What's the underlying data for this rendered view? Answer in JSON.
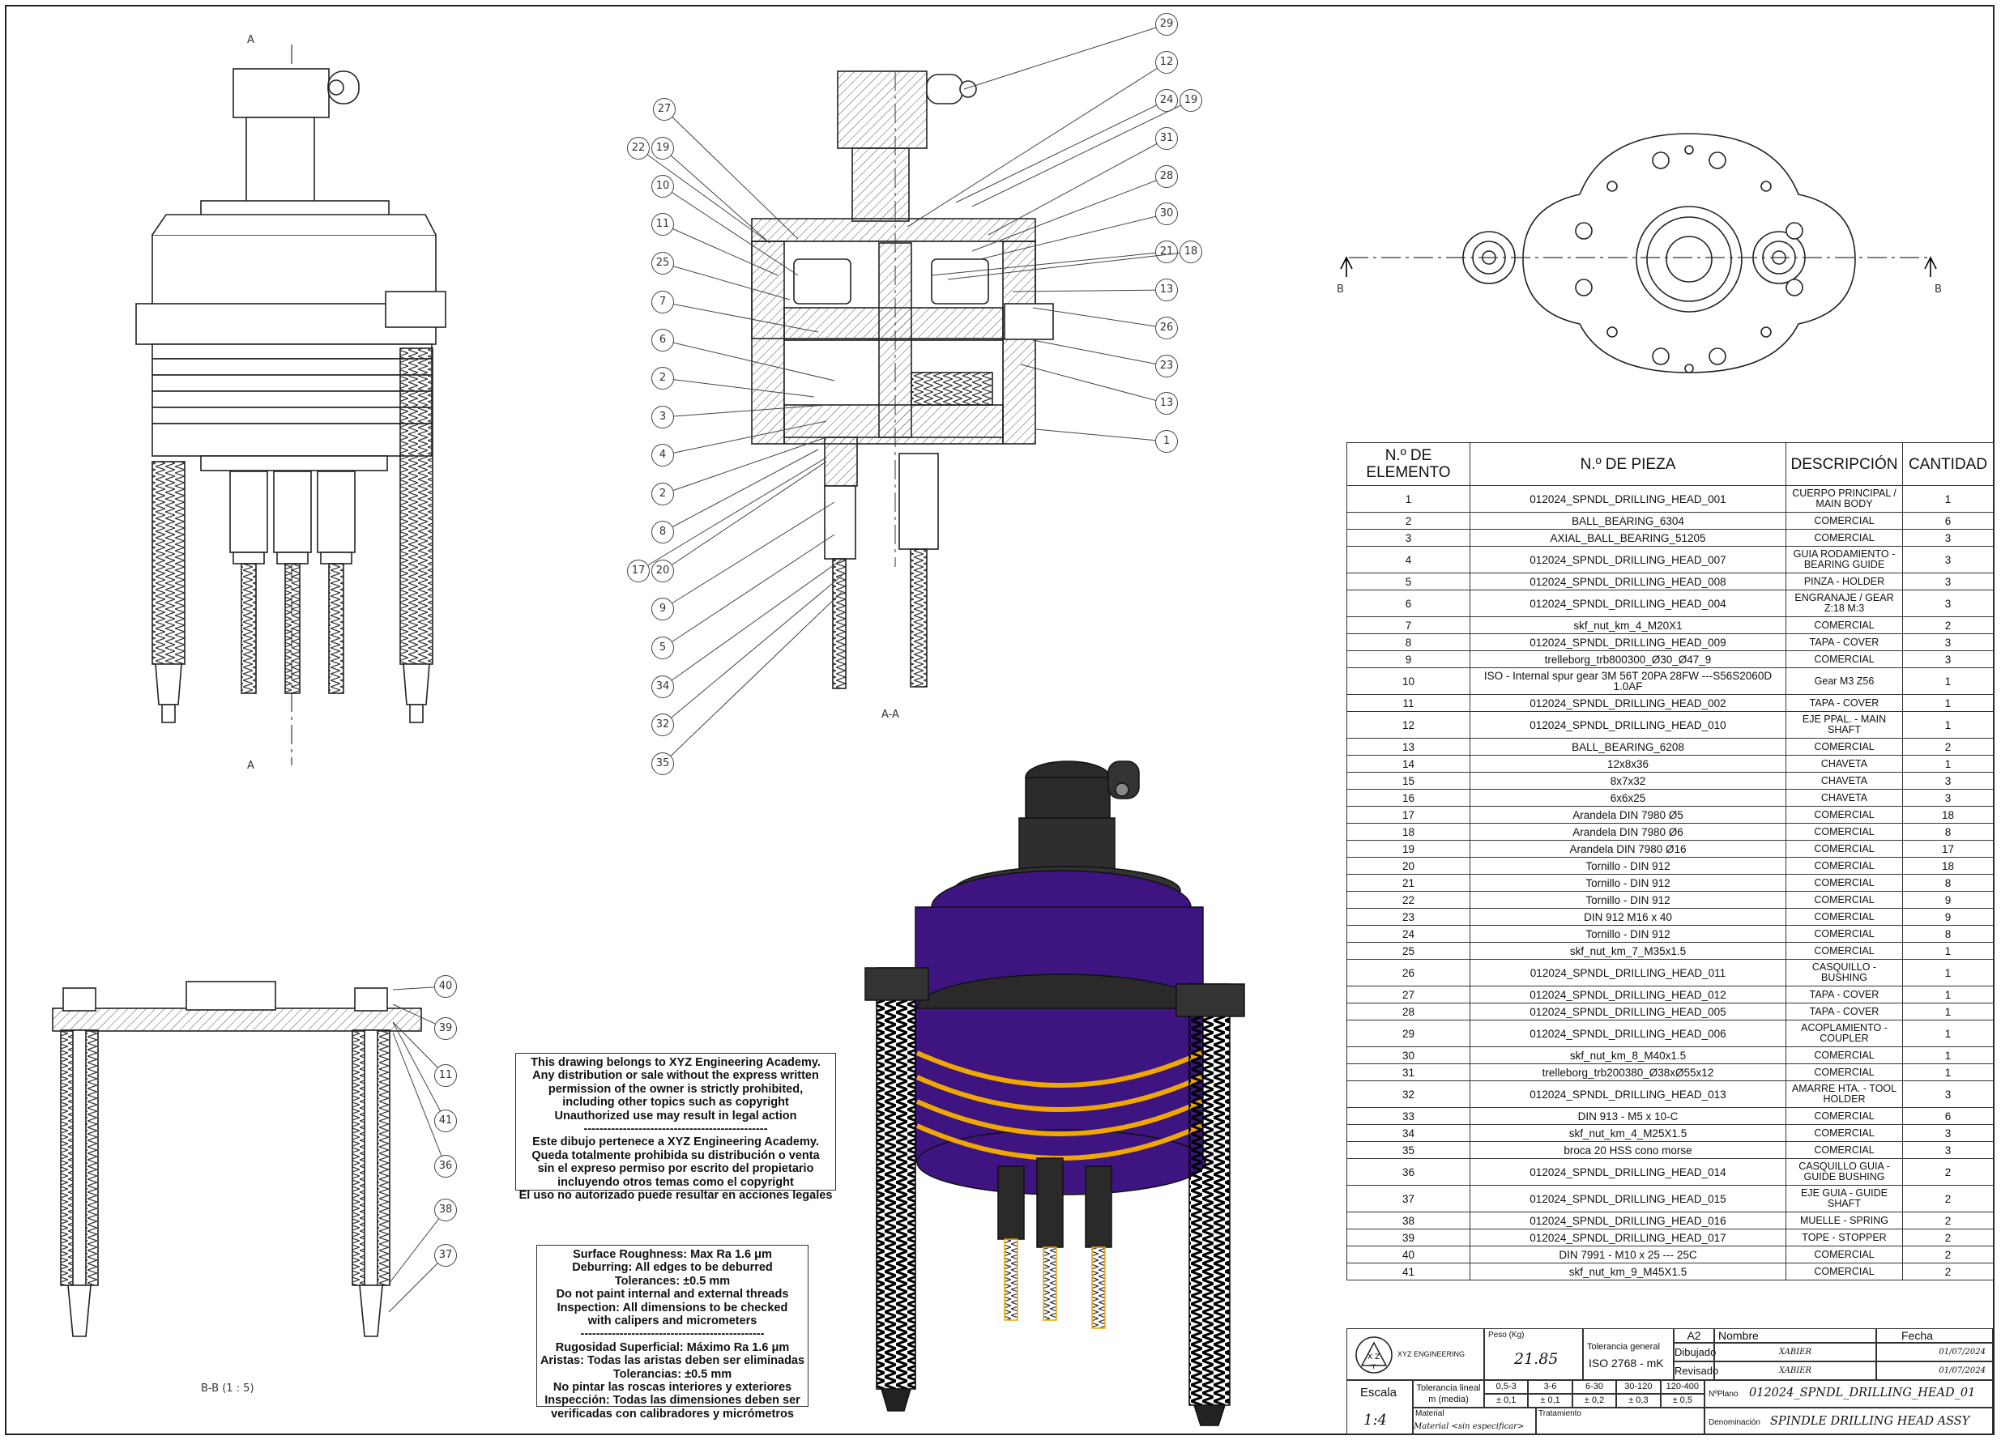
{
  "views": {
    "section_a_a": "A-A",
    "section_b_b": "B-B (1 : 5)",
    "cut_marker_a": "A",
    "cut_marker_b": "B"
  },
  "balloons": {
    "front_left": [
      "27",
      "22",
      "19",
      "10",
      "11",
      "25",
      "7",
      "6",
      "2",
      "3",
      "4",
      "2",
      "8",
      "17",
      "20",
      "9",
      "5",
      "34",
      "32",
      "35"
    ],
    "front_right": [
      "29",
      "12",
      "24",
      "19",
      "31",
      "28",
      "30",
      "21",
      "18",
      "13",
      "26",
      "23",
      "13",
      "1"
    ],
    "section_b": [
      "40",
      "39",
      "11",
      "41",
      "36",
      "38",
      "37"
    ]
  },
  "bom": {
    "headers": [
      "N.º DE ELEMENTO",
      "N.º DE PIEZA",
      "DESCRIPCIÓN",
      "CANTIDAD"
    ],
    "rows": [
      [
        "1",
        "012024_SPNDL_DRILLING_HEAD_001",
        "CUERPO PRINCIPAL / MAIN BODY",
        "1"
      ],
      [
        "2",
        "BALL_BEARING_6304",
        "COMERCIAL",
        "6"
      ],
      [
        "3",
        "AXIAL_BALL_BEARING_51205",
        "COMERCIAL",
        "3"
      ],
      [
        "4",
        "012024_SPNDL_DRILLING_HEAD_007",
        "GUIA RODAMIENTO - BEARING GUIDE",
        "3"
      ],
      [
        "5",
        "012024_SPNDL_DRILLING_HEAD_008",
        "PINZA - HOLDER",
        "3"
      ],
      [
        "6",
        "012024_SPNDL_DRILLING_HEAD_004",
        "ENGRANAJE / GEAR Z:18 M:3",
        "3"
      ],
      [
        "7",
        "skf_nut_km_4_M20X1",
        "COMERCIAL",
        "2"
      ],
      [
        "8",
        "012024_SPNDL_DRILLING_HEAD_009",
        "TAPA - COVER",
        "3"
      ],
      [
        "9",
        "trelleborg_trb800300_Ø30_Ø47_9",
        "COMERCIAL",
        "3"
      ],
      [
        "10",
        "ISO - Internal spur gear 3M 56T 20PA 28FW ---S56S2060D 1.0AF",
        "Gear M3 Z56",
        "1"
      ],
      [
        "11",
        "012024_SPNDL_DRILLING_HEAD_002",
        "TAPA - COVER",
        "1"
      ],
      [
        "12",
        "012024_SPNDL_DRILLING_HEAD_010",
        "EJE PPAL. - MAIN SHAFT",
        "1"
      ],
      [
        "13",
        "BALL_BEARING_6208",
        "COMERCIAL",
        "2"
      ],
      [
        "14",
        "12x8x36",
        "CHAVETA",
        "1"
      ],
      [
        "15",
        "8x7x32",
        "CHAVETA",
        "3"
      ],
      [
        "16",
        "6x6x25",
        "CHAVETA",
        "3"
      ],
      [
        "17",
        "Arandela DIN 7980 Ø5",
        "COMERCIAL",
        "18"
      ],
      [
        "18",
        "Arandela DIN 7980 Ø6",
        "COMERCIAL",
        "8"
      ],
      [
        "19",
        "Arandela DIN 7980 Ø16",
        "COMERCIAL",
        "17"
      ],
      [
        "20",
        "Tornillo - DIN 912",
        "COMERCIAL",
        "18"
      ],
      [
        "21",
        "Tornillo - DIN 912",
        "COMERCIAL",
        "8"
      ],
      [
        "22",
        "Tornillo - DIN 912",
        "COMERCIAL",
        "9"
      ],
      [
        "23",
        "DIN 912 M16 x 40",
        "COMERCIAL",
        "9"
      ],
      [
        "24",
        "Tornillo - DIN 912",
        "COMERCIAL",
        "8"
      ],
      [
        "25",
        "skf_nut_km_7_M35x1.5",
        "COMERCIAL",
        "1"
      ],
      [
        "26",
        "012024_SPNDL_DRILLING_HEAD_011",
        "CASQUILLO - BUSHING",
        "1"
      ],
      [
        "27",
        "012024_SPNDL_DRILLING_HEAD_012",
        "TAPA - COVER",
        "1"
      ],
      [
        "28",
        "012024_SPNDL_DRILLING_HEAD_005",
        "TAPA - COVER",
        "1"
      ],
      [
        "29",
        "012024_SPNDL_DRILLING_HEAD_006",
        "ACOPLAMIENTO - COUPLER",
        "1"
      ],
      [
        "30",
        "skf_nut_km_8_M40x1.5",
        "COMERCIAL",
        "1"
      ],
      [
        "31",
        "trelleborg_trb200380_Ø38xØ55x12",
        "COMERCIAL",
        "1"
      ],
      [
        "32",
        "012024_SPNDL_DRILLING_HEAD_013",
        "AMARRE HTA. - TOOL HOLDER",
        "3"
      ],
      [
        "33",
        "DIN 913 - M5 x 10-C",
        "COMERCIAL",
        "6"
      ],
      [
        "34",
        "skf_nut_km_4_M25X1.5",
        "COMERCIAL",
        "3"
      ],
      [
        "35",
        "broca 20 HSS cono morse",
        "COMERCIAL",
        "3"
      ],
      [
        "36",
        "012024_SPNDL_DRILLING_HEAD_014",
        "CASQUILLO GUIA - GUIDE BUSHING",
        "2"
      ],
      [
        "37",
        "012024_SPNDL_DRILLING_HEAD_015",
        "EJE GUIA - GUIDE SHAFT",
        "2"
      ],
      [
        "38",
        "012024_SPNDL_DRILLING_HEAD_016",
        "MUELLE - SPRING",
        "2"
      ],
      [
        "39",
        "012024_SPNDL_DRILLING_HEAD_017",
        "TOPE - STOPPER",
        "2"
      ],
      [
        "40",
        "DIN 7991 - M10 x 25 --- 25C",
        "COMERCIAL",
        "2"
      ],
      [
        "41",
        "skf_nut_km_9_M45X1.5",
        "COMERCIAL",
        "2"
      ]
    ]
  },
  "notes": {
    "copyright": "This drawing belongs to XYZ Engineering Academy.\nAny distribution or sale without the express written\npermission of the owner is strictly prohibited,\nincluding other topics such as copyright\nUnauthorized use may result in legal action\n-----------------------------------------------\nEste dibujo pertenece a XYZ Engineering Academy.\nQueda totalmente prohibida su distribución o venta\nsin el expreso permiso por escrito del propietario\nincluyendo otros temas como el copyright\nEl uso no autorizado puede resultar en acciones legales",
    "specs": "Surface Roughness: Max Ra 1.6 μm\nDeburring: All edges to be deburred\nTolerances: ±0.5 mm\nDo not paint internal and external threads\nInspection: All dimensions to be checked\nwith calipers and micrometers\n-----------------------------------------------\nRugosidad Superficial: Máximo Ra 1.6 μm\nAristas: Todas las aristas deben ser eliminadas\nTolerancias: ±0.5 mm\nNo pintar las roscas interiores y exteriores\nInspección: Todas las dimensiones deben ser\nverificadas con calibradores y micrómetros"
  },
  "title_block": {
    "company": "XYZ ENGINEERING",
    "weight_label": "Peso (Kg)",
    "weight": "21.85",
    "tol_general_label": "Tolerancia general",
    "tol_general": "ISO 2768 - mK",
    "sheet_size": "A2",
    "name_label": "Nombre",
    "date_label": "Fecha",
    "drawn_label": "Dibujado",
    "reviewed_label": "Revisado",
    "drawn_by": "XABIER",
    "reviewed_by": "XABIER",
    "drawn_date": "01/07/2024",
    "reviewed_date": "01/07/2024",
    "scale_label": "Escala",
    "scale": "1:4",
    "linear_tol_label": "Tolerancia lineal m (media)",
    "tol_ranges": [
      "0,5-3",
      "3-6",
      "6-30",
      "30-120",
      "120-400"
    ],
    "tol_values": [
      "± 0,1",
      "± 0,1",
      "± 0,2",
      "± 0,3",
      "± 0,5"
    ],
    "plan_no_label": "NºPlano",
    "plan_no": "012024_SPNDL_DRILLING_HEAD_01",
    "material_label": "Material",
    "material": "Material <sin especificar>",
    "treatment_label": "Tratamiento",
    "denomination_label": "Denominación",
    "denomination": "SPINDLE DRILLING HEAD ASSY"
  }
}
